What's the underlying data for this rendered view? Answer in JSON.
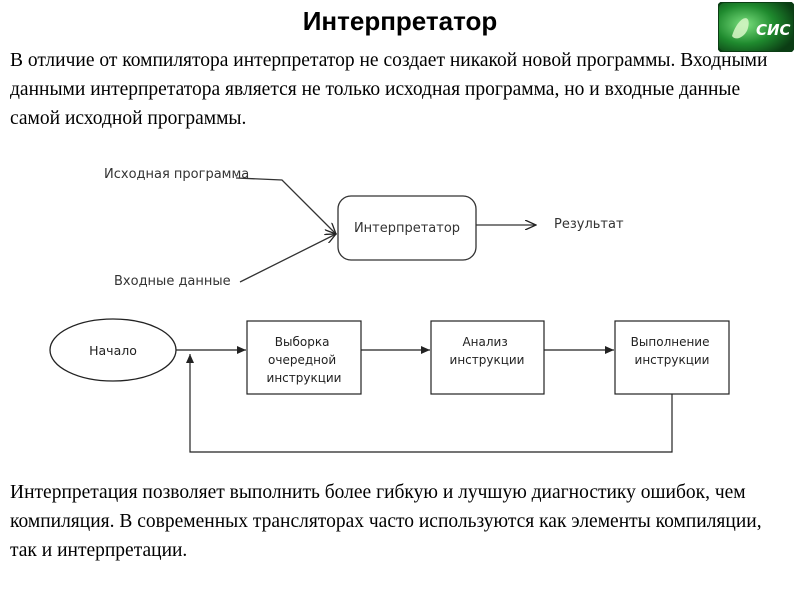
{
  "slide": {
    "title": "Интерпретатор",
    "intro": "В отличие от компилятора интерпретатор не создает никакой новой программы. Входными данными интерпретатора является не только исходная программа, но и входные данные самой исходной программы.",
    "conclusion": "Интерпретация позволяет выполнить более гибкую и лучшую диагностику ошибок, чем компиляция. В современных трансляторах часто используются как элементы компиляции, так и интерпретации.",
    "logo_text": "СИС"
  },
  "diagram_top": {
    "input_program": "Исходная программа",
    "input_data": "Входные данные",
    "interpreter": "Интерпретатор",
    "result": "Результат"
  },
  "diagram_cycle": {
    "start": "Начало",
    "fetch": [
      "Выборка",
      "очередной",
      "инструкции"
    ],
    "analyze": [
      "Анализ",
      "инструкции"
    ],
    "execute": [
      "Выполнение",
      "инструкции"
    ]
  },
  "colors": {
    "logo_bg": "#0f5a1c",
    "logo_glow": "#39b54a",
    "arrow": "#222222"
  }
}
